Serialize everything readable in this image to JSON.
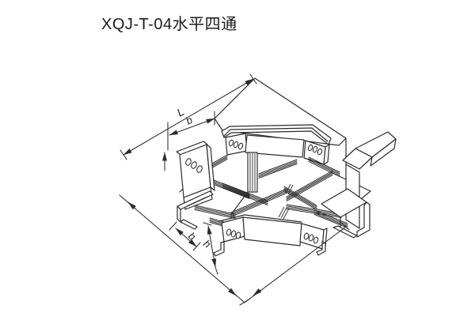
{
  "page": {
    "background": "#ffffff",
    "line_color": "#2b2b2b"
  },
  "title": "XQJ-T-04水平四通",
  "drawing": {
    "type": "isometric technical line drawing",
    "subject": "horizontal four-way cross fitting of ladder-type cable tray with slotted corner rails and rungs",
    "labels": {
      "overall_length": "L",
      "branch_width_top": "b",
      "branch_width_bottom": "b",
      "side_rail_height": "h"
    }
  }
}
